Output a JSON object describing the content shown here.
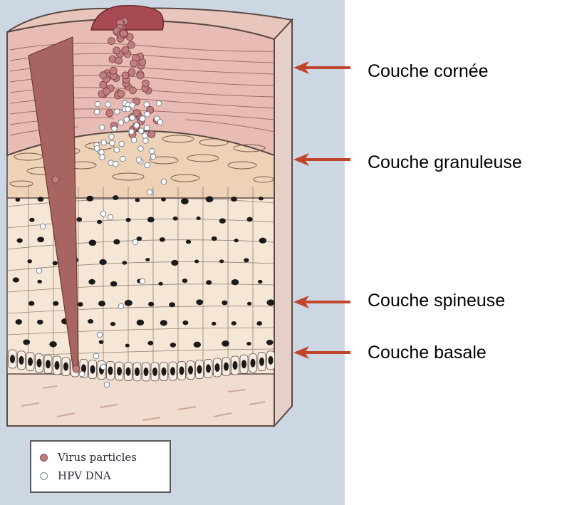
{
  "labels": {
    "cornee": "Couche cornée",
    "granuleuse": "Couche granuleuse",
    "spineuse": "Couche spineuse",
    "basale": "Couche basale"
  },
  "legend": {
    "virus_particles": "Virus particles",
    "hpv_dna": "HPV DNA"
  },
  "colors": {
    "arrow": "#c0452c",
    "virus_particle": "#bf7f80",
    "hpv_dna": "#ffffff",
    "stratum_corneum": "#e8bcb4",
    "stratum_granulosum": "#eed2b8",
    "stratum_spinosum": "#f6e6d6",
    "dermis": "#f1ddd0",
    "background_panel": "#cdd6e3"
  },
  "icons": {
    "arrow": "left-arrow-icon",
    "virus": "virus-particle-icon",
    "dna": "hpv-dna-icon"
  }
}
